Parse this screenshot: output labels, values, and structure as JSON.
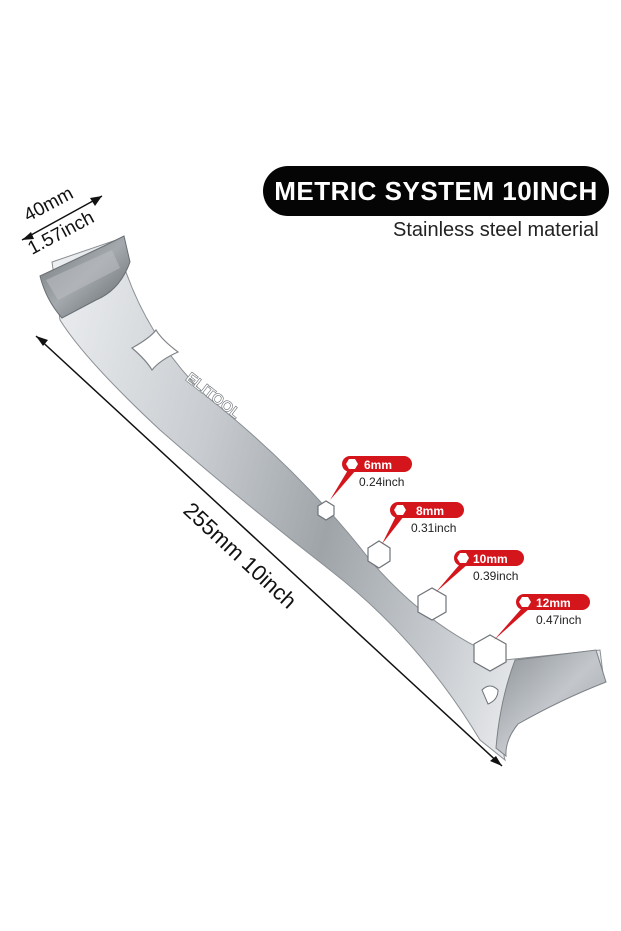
{
  "header": {
    "title": "METRIC SYSTEM 10INCH",
    "subtitle": "Stainless steel material"
  },
  "dimensions": {
    "width_mm": "40mm",
    "width_inch": "1.57inch",
    "length": "255mm 10inch"
  },
  "brand": "ELITOOL",
  "hex_sizes": [
    {
      "mm": "6mm",
      "inch": "0.24inch"
    },
    {
      "mm": "8mm",
      "inch": "0.31inch"
    },
    {
      "mm": "10mm",
      "inch": "0.39inch"
    },
    {
      "mm": "12mm",
      "inch": "0.47inch"
    }
  ],
  "colors": {
    "badge_red": "#d4151c",
    "title_bg": "#050505"
  }
}
